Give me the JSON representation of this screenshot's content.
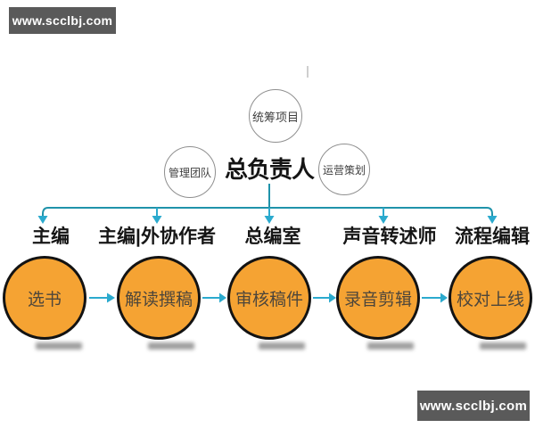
{
  "watermark": {
    "text": "www.scclbj.com"
  },
  "colors": {
    "trunk_teal": "#1f93aa",
    "arrow_cyan": "#2baace",
    "circle_orange": "#f5a333",
    "circle_border": "#131313",
    "watermark_bg": "#5a5a5a",
    "label_black": "#161616"
  },
  "top": {
    "title": "总负责人",
    "bubbles": [
      {
        "id": "coordinate-project",
        "label": "统筹项目"
      },
      {
        "id": "management-team",
        "label": "管理团队"
      },
      {
        "id": "operations-planning",
        "label": "运营策划"
      }
    ]
  },
  "columns": [
    {
      "role": "主编",
      "step": "选书"
    },
    {
      "role": "主编|外协作者",
      "step": "解读撰稿"
    },
    {
      "role": "总编室",
      "step": "审核稿件"
    },
    {
      "role": "声音转述师",
      "step": "录音剪辑"
    },
    {
      "role": "流程编辑",
      "step": "校对上线"
    }
  ]
}
